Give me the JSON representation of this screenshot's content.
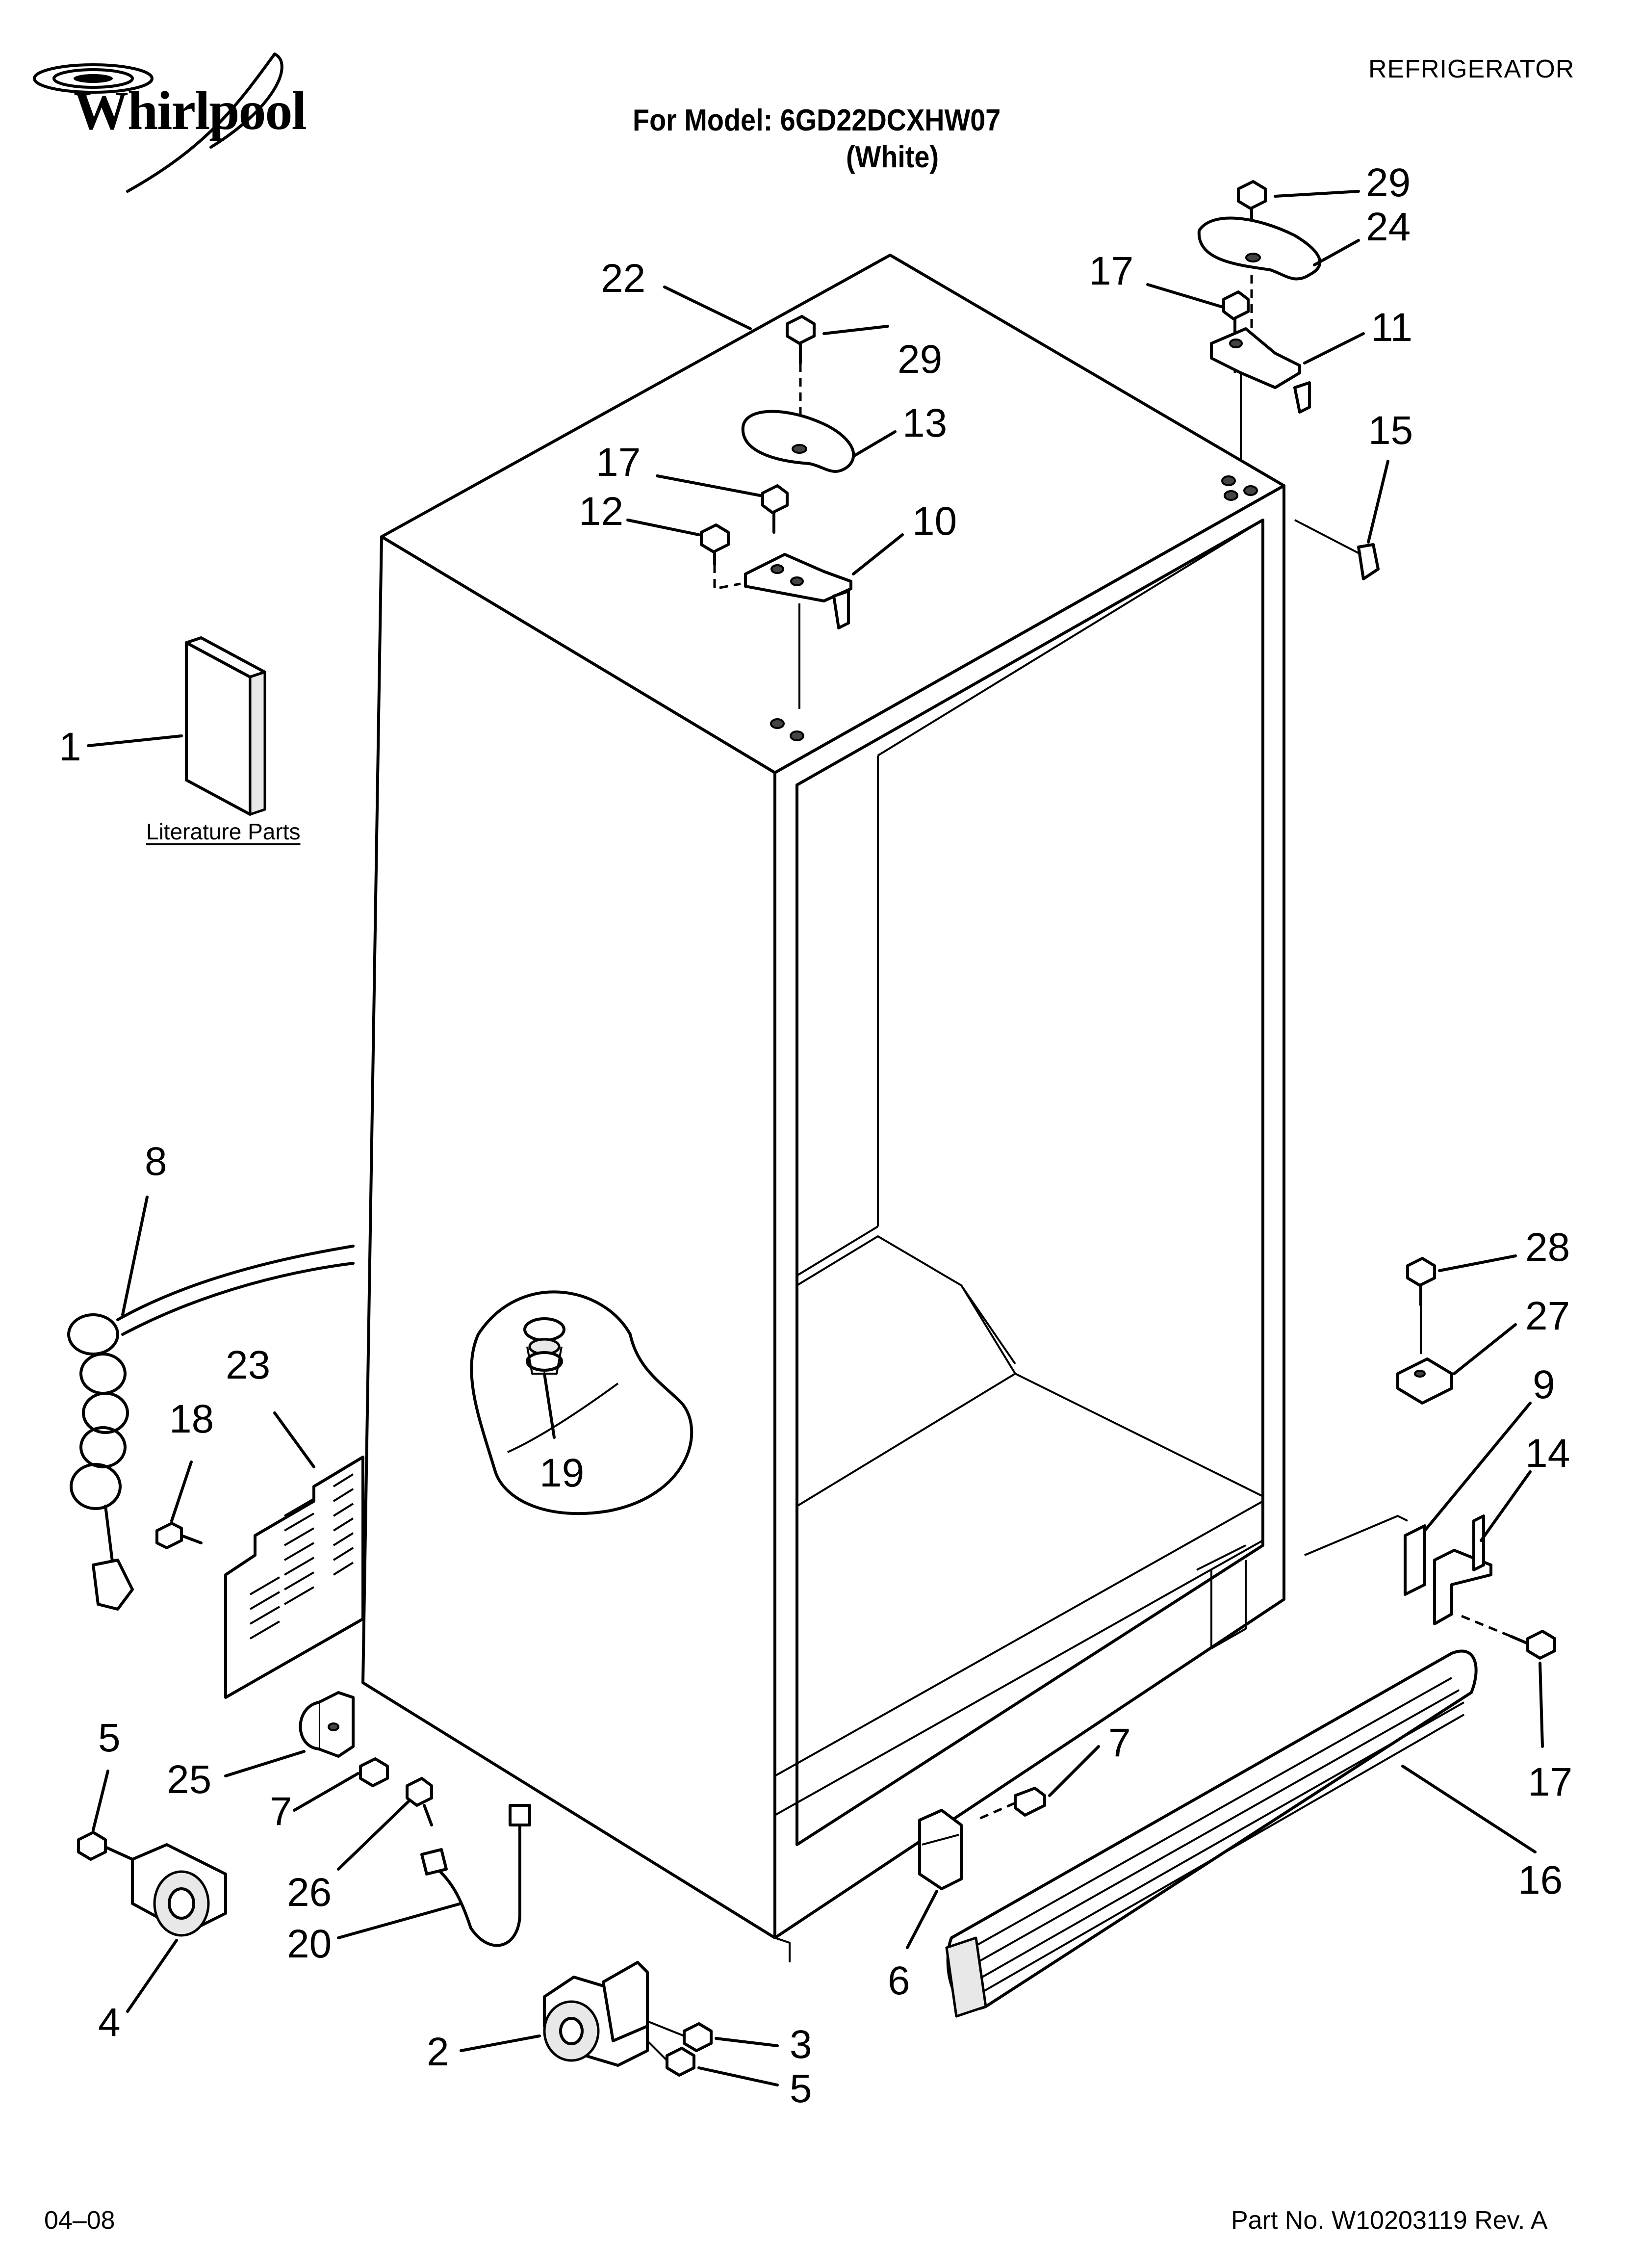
{
  "header": {
    "brand": "Whirlpool",
    "category": "REFRIGERATOR",
    "model_line": "For Model: 6GD22DCXHW07",
    "color_line": "(White)"
  },
  "literature_label": "Literature Parts",
  "footer": {
    "date_code": "04–08",
    "part_number": "Part No. W10203119 Rev. A"
  },
  "callouts": {
    "c29a": "29",
    "c24": "24",
    "c17a": "17",
    "c11": "11",
    "c15": "15",
    "c22": "22",
    "c29b": "29",
    "c13": "13",
    "c17b": "17",
    "c12": "12",
    "c10": "10",
    "c1": "1",
    "c8": "8",
    "c23": "23",
    "c18": "18",
    "c19": "19",
    "c28": "28",
    "c27": "27",
    "c9": "9",
    "c14": "14",
    "c17c": "17",
    "c5a": "5",
    "c25": "25",
    "c7a": "7",
    "c26": "26",
    "c20": "20",
    "c4": "4",
    "c7b": "7",
    "c6": "6",
    "c16": "16",
    "c2": "2",
    "c3": "3",
    "c5b": "5"
  },
  "colors": {
    "line": "#000000",
    "background": "#ffffff",
    "fill_light": "#e8e8e8"
  },
  "icons": [
    "whirlpool-swirl-logo"
  ]
}
